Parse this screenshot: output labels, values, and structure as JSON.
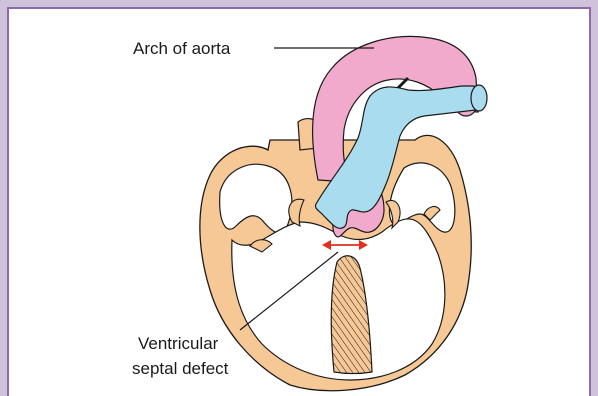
{
  "labels": {
    "arch": "Arch of aorta",
    "vsd_line1": "Ventricular",
    "vsd_line2": "septal defect"
  },
  "colors": {
    "frame": "#cfc3dc",
    "frame_border": "#8e6aa8",
    "heart_wall": "#f6c896",
    "aorta": "#f1a9cc",
    "pulmonary": "#a9dcee",
    "arrow": "#e0301e",
    "outline": "#1a1a1a"
  }
}
